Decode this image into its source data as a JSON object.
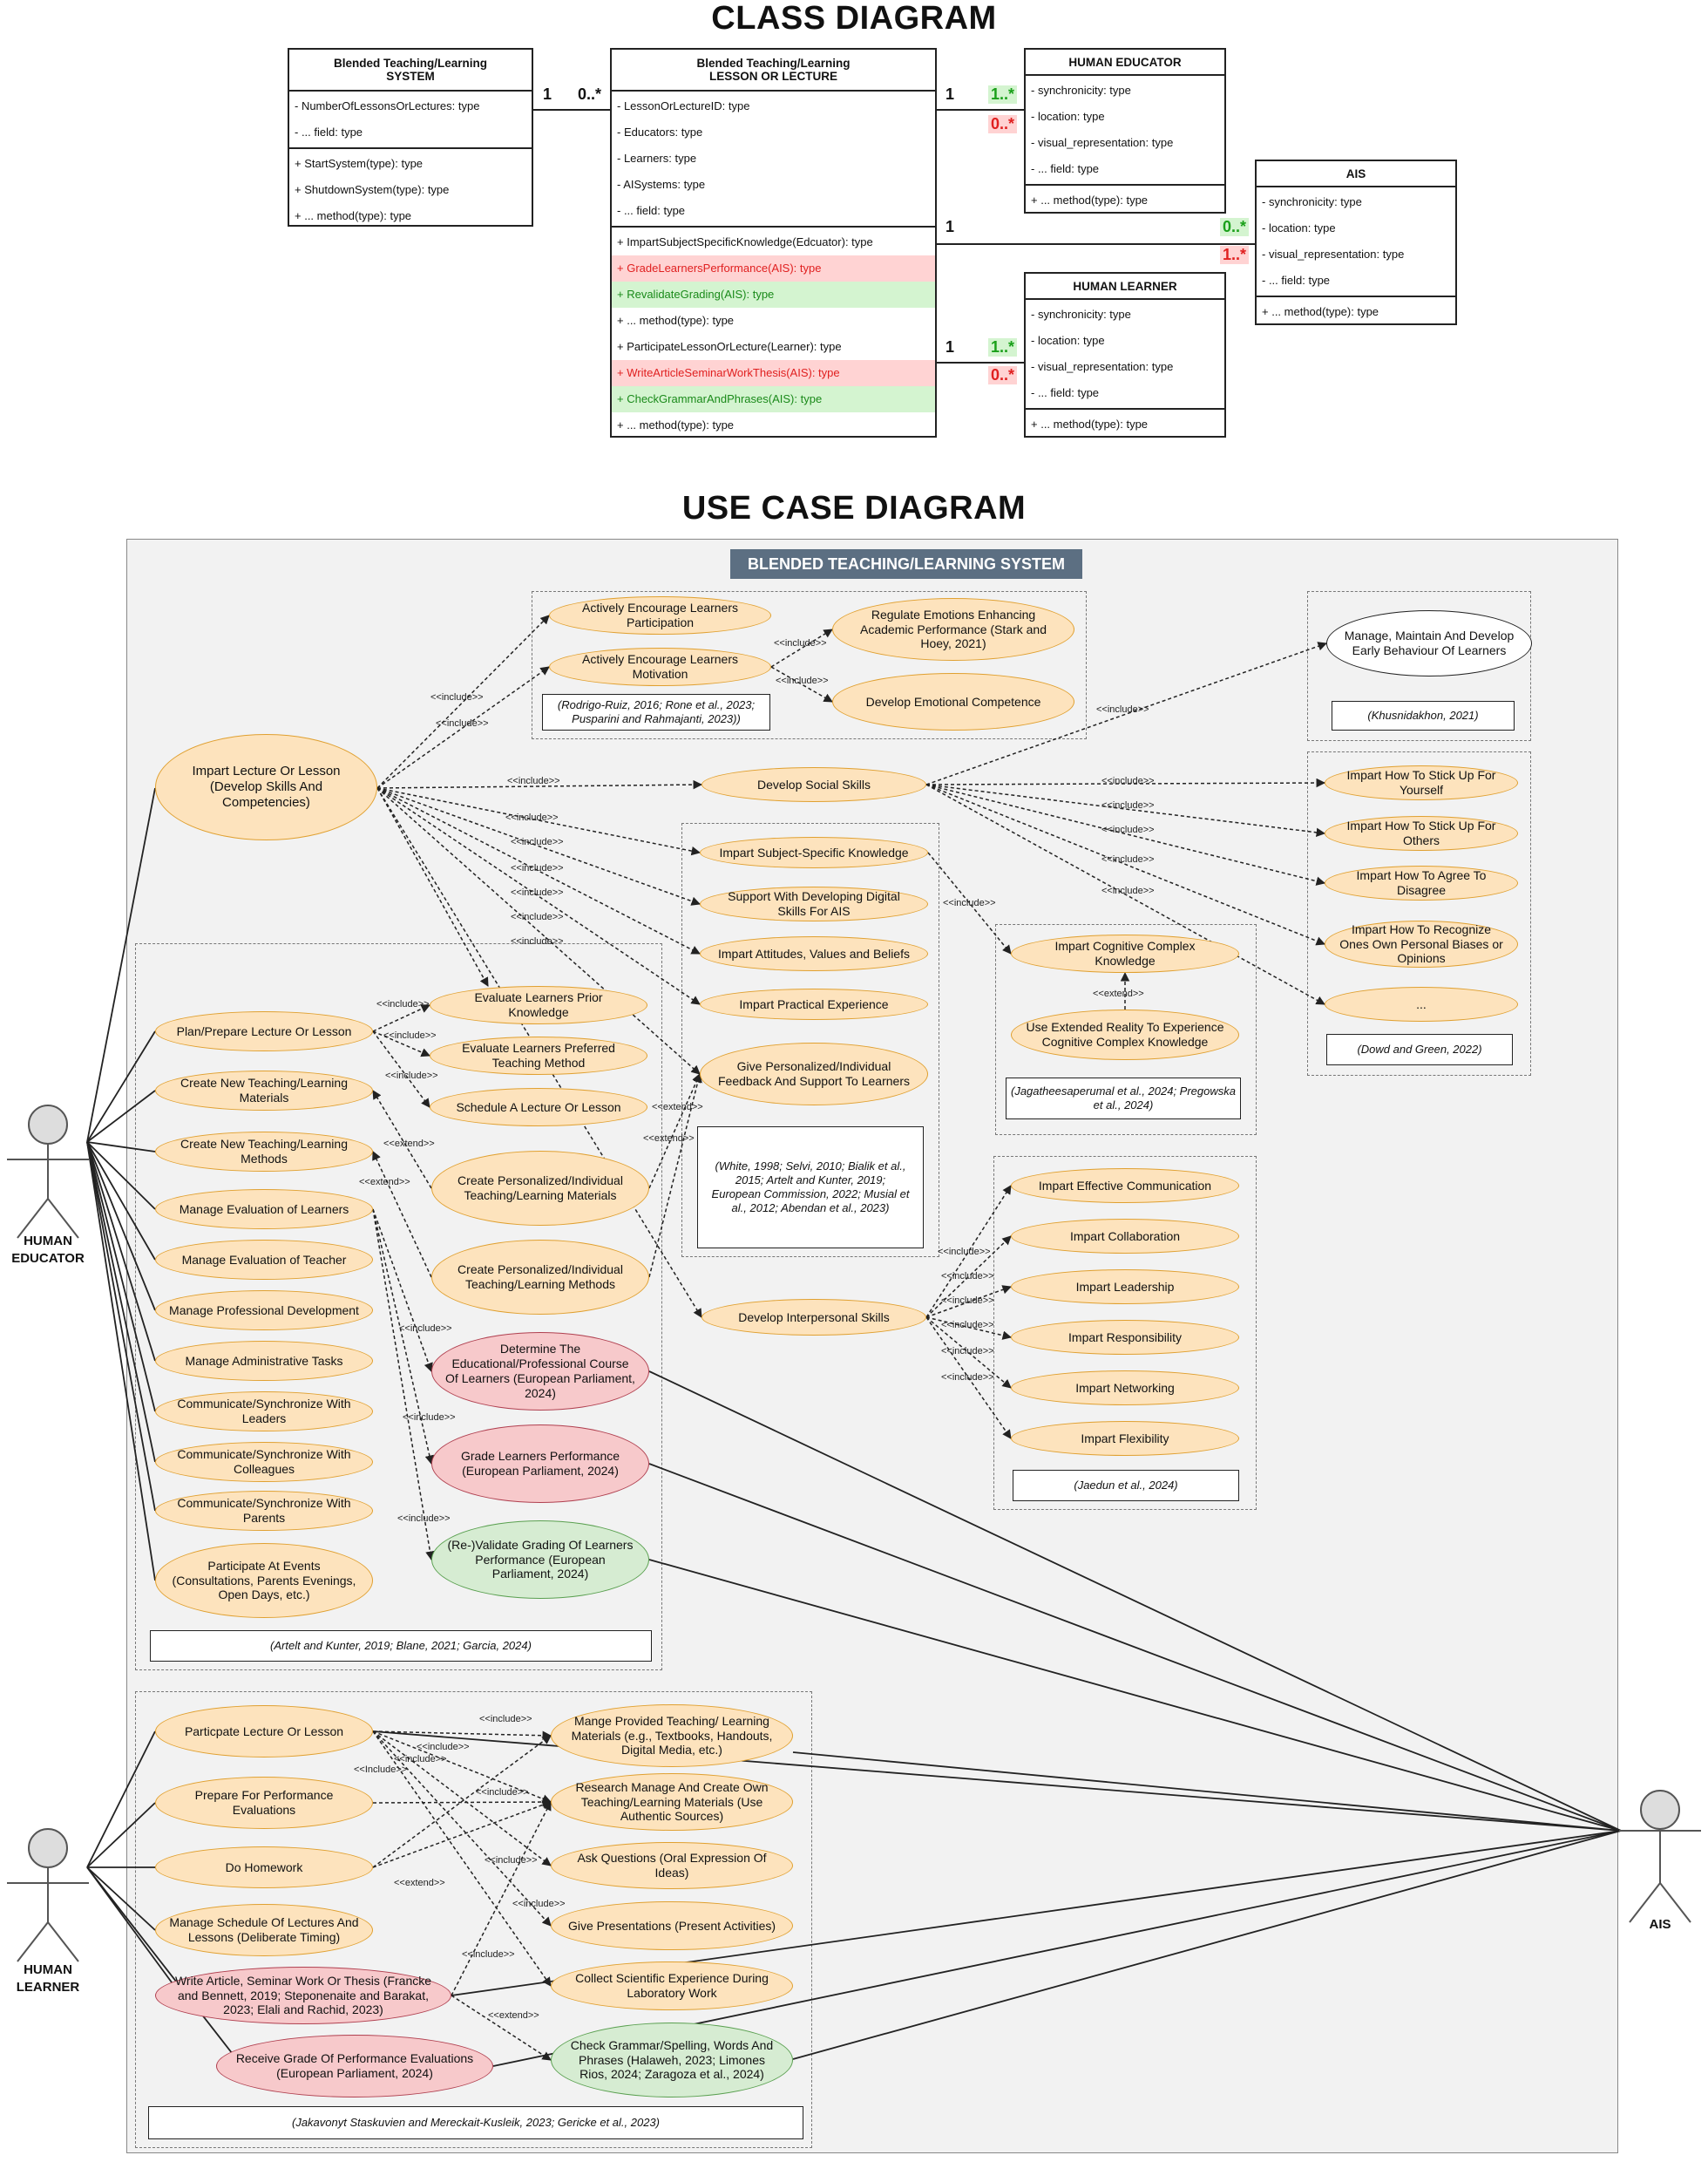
{
  "class_diagram": {
    "title": "CLASS DIAGRAM",
    "system": {
      "name_line1": "Blended Teaching/Learning",
      "name_line2": "SYSTEM",
      "attributes": [
        "- NumberOfLessonsOrLectures: type",
        "- ... field: type"
      ],
      "methods": [
        "+ StartSystem(type): type",
        "+ ShutdownSystem(type): type",
        "+ ... method(type): type"
      ]
    },
    "lesson": {
      "name_line1": "Blended Teaching/Learning",
      "name_line2": "LESSON OR LECTURE",
      "attributes": [
        "- LessonOrLectureID: type",
        "- Educators: type",
        "- Learners: type",
        "- AISystems: type",
        "- ... field: type"
      ],
      "methods": [
        "+ ImpartSubjectSpecificKnowledge(Edcuator): type",
        "+ GradeLearnersPerformance(AIS): type",
        "+ RevalidateGrading(AIS): type",
        "+ ... method(type): type",
        "+ ParticipateLessonOrLecture(Learner): type",
        "+ WriteArticleSeminarWorkThesis(AIS): type",
        "+ CheckGrammarAndPhrases(AIS): type",
        "+ ... method(type): type"
      ],
      "method_colors": [
        "none",
        "red",
        "green",
        "none",
        "none",
        "red",
        "green",
        "none"
      ]
    },
    "educator": {
      "name": "HUMAN EDUCATOR",
      "attributes": [
        "- synchronicity: type",
        "- location: type",
        "- visual_representation: type",
        "- ... field: type"
      ],
      "methods": [
        "+ ... method(type): type"
      ]
    },
    "learner": {
      "name": "HUMAN LEARNER",
      "attributes": [
        "- synchronicity: type",
        "- location: type",
        "- visual_representation: type",
        "- ... field: type"
      ],
      "methods": [
        "+ ... method(type): type"
      ]
    },
    "ais": {
      "name": "AIS",
      "attributes": [
        "- synchronicity: type",
        "- location: type",
        "- visual_representation: type",
        "- ... field: type"
      ],
      "methods": [
        "+ ... method(type): type"
      ]
    },
    "multiplicities": {
      "sys_one": "1",
      "sys_many": "0..*",
      "edu_one": "1",
      "edu_green": "1..*",
      "edu_red": "0..*",
      "ais_one": "1",
      "ais_green": "0..*",
      "ais_red": "1..*",
      "lrn_one": "1",
      "lrn_green": "1..*",
      "lrn_red": "0..*"
    }
  },
  "use_case_diagram": {
    "title": "USE CASE DIAGRAM",
    "system_title": "BLENDED TEACHING/LEARNING SYSTEM",
    "actors": {
      "educator": [
        "HUMAN",
        "EDUCATOR"
      ],
      "learner": [
        "HUMAN",
        "LEARNER"
      ],
      "ais": "AIS"
    },
    "use_cases": {
      "impart": "Impart Lecture Or Lesson (Develop Skills And Competencies)",
      "encourage_part": "Actively Encourage Learners Participation",
      "encourage_mot": "Actively Encourage Learners Motivation",
      "regulate": "Regulate Emotions Enhancing Academic Performance (Stark and Hoey, 2021)",
      "emotional": "Develop Emotional Competence",
      "manage_early": "Manage, Maintain And Develop Early Behaviour Of Learners",
      "social": "Develop Social Skills",
      "stick_self": "Impart How To Stick Up For Yourself",
      "stick_others": "Impart How To Stick Up For Others",
      "disagree": "Impart How To Agree To Disagree",
      "biases": "Impart How To Recognize Ones Own Personal Biases or Opinions",
      "ellipsis": "...",
      "subject": "Impart Subject-Specific Knowledge",
      "digital": "Support With Developing Digital Skills For AIS",
      "attitudes": "Impart Attitudes, Values and Beliefs",
      "practical": "Impart Practical Experience",
      "feedback": "Give Personalized/Individual Feedback And Support To Learners",
      "cognitive": "Impart Cognitive Complex Knowledge",
      "xr": "Use Extended Reality To Experience Cognitive Complex Knowledge",
      "plan": "Plan/Prepare Lecture Or Lesson",
      "eval_prior": "Evaluate Learners Prior Knowledge",
      "eval_pref": "Evaluate Learners Preferred Teaching Method",
      "schedule": "Schedule A Lecture Or Lesson",
      "new_mat": "Create New Teaching/Learning Materials",
      "new_meth": "Create New Teaching/Learning Methods",
      "pers_mat": "Create Personalized/Individual Teaching/Learning Materials",
      "pers_meth": "Create Personalized/Individual Teaching/Learning Methods",
      "manage_eval": "Manage Evaluation of Learners",
      "manage_teacher": "Manage Evaluation of Teacher",
      "prof_dev": "Manage Professional Development",
      "admin": "Manage Administrative Tasks",
      "comm_leaders": "Communicate/Synchronize With Leaders",
      "comm_colleagues": "Communicate/Synchronize With Colleagues",
      "comm_parents": "Communicate/Synchronize With Parents",
      "events": "Participate At Events (Consultations, Parents Evenings, Open Days, etc.)",
      "course": "Determine The Educational/Professional Course Of Learners (European Parliament, 2024)",
      "grade": "Grade Learners Performance (European Parliament, 2024)",
      "revalidate": "(Re-)Validate Grading Of Learners Performance (European Parliament, 2024)",
      "interpersonal": "Develop Interpersonal Skills",
      "communication": "Impart Effective Communication",
      "collaboration": "Impart Collaboration",
      "leadership": "Impart Leadership",
      "responsibility": "Impart Responsibility",
      "networking": "Impart Networking",
      "flexibility": "Impart Flexibility",
      "participate": "Particpate Lecture Or Lesson",
      "prepare_eval": "Prepare For Performance Evaluations",
      "homework": "Do Homework",
      "manage_schedule": "Manage Schedule Of Lectures And Lessons (Deliberate Timing)",
      "write_article": "Write Article, Seminar Work Or Thesis (Francke and Bennett, 2019; Steponenaite and Barakat, 2023; Elali and Rachid, 2023)",
      "receive_grade": "Receive Grade Of Performance Evaluations (European Parliament, 2024)",
      "manage_provided": "Mange Provided Teaching/ Learning Materials (e.g., Textbooks, Handouts, Digital Media, etc.)",
      "research": "Research Manage And Create Own Teaching/Learning Materials (Use Authentic Sources)",
      "questions": "Ask Questions (Oral Expression Of Ideas)",
      "presentations": "Give Presentations (Present Activities)",
      "lab": "Collect Scientific Experience During Laboratory Work",
      "grammar": "Check Grammar/Spelling, Words And Phrases (Halaweh, 2023; Limones Rios, 2024; Zaragoza et al., 2024)"
    },
    "references": {
      "emotion": "(Rodrigo-Ruiz, 2016; Rone et al., 2023; Pusparini and Rahmajanti, 2023))",
      "khus": "(Khusnidakhon, 2021)",
      "dowd": "(Dowd and Green, 2022)",
      "jag": "(Jagatheesaperumal et al., 2024; Pregowska et al., 2024)",
      "white": "(White, 1998; Selvi, 2010; Bialik et al., 2015; Artelt and Kunter, 2019; European Commission, 2022; Musial et al., 2012; Abendan et al., 2023)",
      "jaedun": "(Jaedun et al., 2024)",
      "artelt": "(Artelt and Kunter, 2019; Blane, 2021; Garcia, 2024)",
      "jakav": "(Jakavonyt Staskuvien and Mereckait-Kusleik, 2023; Gericke et al., 2023)"
    },
    "relation_labels": {
      "include": "<<include>>",
      "extend": "<<extend>>",
      "include_cap": "<<Include>>"
    }
  }
}
